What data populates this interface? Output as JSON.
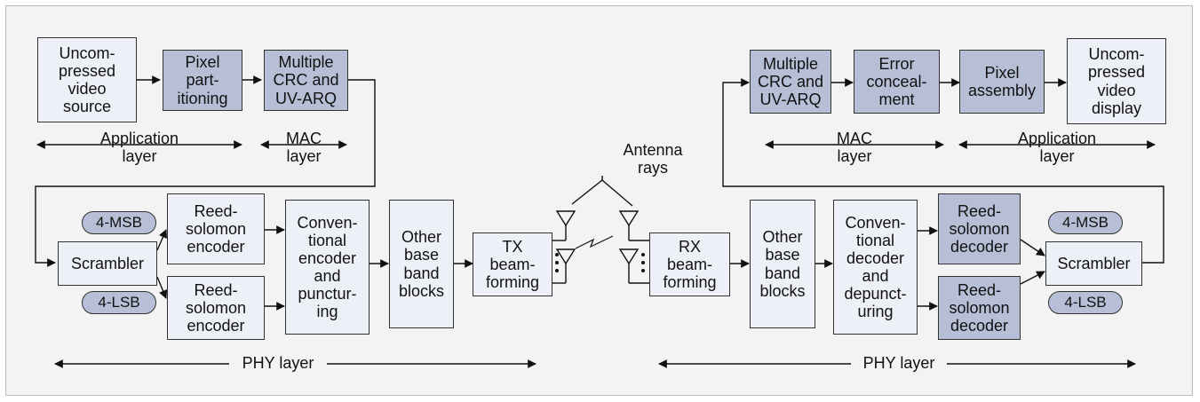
{
  "tx": {
    "video_source": "Uncom-\npressed\nvideo\nsource",
    "pixel_partitioning": "Pixel\npart-\nitioning",
    "crc_arq": "Multiple\nCRC and\nUV-ARQ",
    "application_layer": "Application\nlayer",
    "mac_layer": "MAC\nlayer",
    "scrambler": "Scrambler",
    "msb": "4-MSB",
    "lsb": "4-LSB",
    "rs_encoder_top": "Reed-\nsolomon\nencoder",
    "rs_encoder_bottom": "Reed-\nsolomon\nencoder",
    "conv_encoder": "Conven-\ntional\nencoder\nand\npunctur-\ning",
    "other_baseband": "Other\nbase\nband\nblocks",
    "beamforming": "TX\nbeam-\nforming",
    "phy_layer": "PHY layer"
  },
  "antenna": {
    "label": "Antenna\nrays"
  },
  "rx": {
    "crc_arq": "Multiple\nCRC and\nUV-ARQ",
    "error_concealment": "Error\nconceal-\nment",
    "pixel_assembly": "Pixel\nassembly",
    "video_display": "Uncom-\npressed\nvideo\ndisplay",
    "mac_layer": "MAC\nlayer",
    "application_layer": "Application\nlayer",
    "beamforming": "RX\nbeam-\nforming",
    "other_baseband": "Other\nbase\nband\nblocks",
    "conv_decoder": "Conven-\ntional\ndecoder\nand\ndepunct-\nuring",
    "rs_decoder_top": "Reed-\nsolomon\ndecoder",
    "rs_decoder_bottom": "Reed-\nsolomon\ndecoder",
    "scrambler": "Scrambler",
    "msb": "4-MSB",
    "lsb": "4-LSB",
    "phy_layer": "PHY layer"
  },
  "colors": {
    "light_block": "#eef0f7",
    "dark_block": "#b6bfd6",
    "background": "#f3f3f3"
  }
}
